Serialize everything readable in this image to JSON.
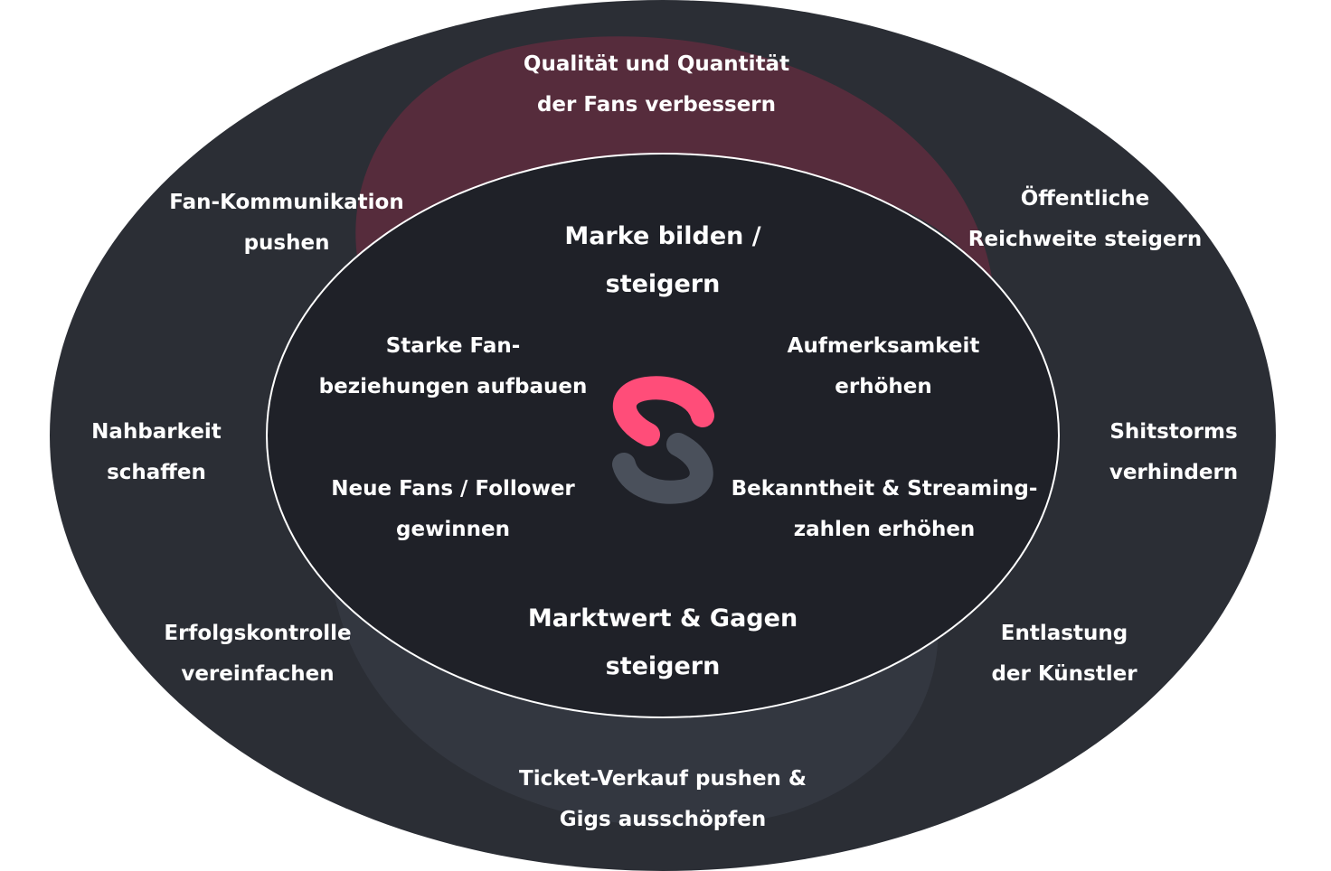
{
  "colors": {
    "outer_fill": "#2b2e35",
    "inner_fill": "#1f2128",
    "ring_stroke": "#ffffff",
    "swirl_red": "#7a2c42",
    "swirl_grey": "#3a3f49",
    "logo_pink": "#ff4d79",
    "logo_grey": "#4a505b"
  },
  "icons": {
    "center_logo": "s-logo-icon"
  },
  "outer_ring": [
    {
      "id": "top",
      "lines": [
        "Qualität und  Quantität",
        "der Fans verbessern"
      ]
    },
    {
      "id": "upper-left",
      "lines": [
        "Fan-Kommunikation",
        "pushen"
      ]
    },
    {
      "id": "upper-right",
      "lines": [
        "Öffentliche",
        "Reichweite steigern"
      ]
    },
    {
      "id": "left",
      "lines": [
        "Nahbarkeit",
        "schaffen"
      ]
    },
    {
      "id": "right",
      "lines": [
        "Shitstorms",
        "verhindern"
      ]
    },
    {
      "id": "lower-left",
      "lines": [
        "Erfolgskontrolle",
        "vereinfachen"
      ]
    },
    {
      "id": "lower-right",
      "lines": [
        "Entlastung",
        "der Künstler"
      ]
    },
    {
      "id": "bottom",
      "lines": [
        "Ticket-Verkauf pushen &",
        "Gigs ausschöpfen"
      ]
    }
  ],
  "inner_ring": {
    "main_top": {
      "lines": [
        "Marke bilden /",
        "steigern"
      ]
    },
    "main_bottom": {
      "lines": [
        "Marktwert & Gagen",
        "steigern"
      ]
    },
    "goals": [
      {
        "id": "upper-left",
        "lines": [
          "Starke Fan-",
          "beziehungen aufbauen"
        ]
      },
      {
        "id": "upper-right",
        "lines": [
          "Aufmerksamkeit",
          "erhöhen"
        ]
      },
      {
        "id": "lower-left",
        "lines": [
          "Neue Fans / Follower",
          "gewinnen"
        ]
      },
      {
        "id": "lower-right",
        "lines": [
          "Bekanntheit & Streaming-",
          "zahlen erhöhen"
        ]
      }
    ]
  }
}
